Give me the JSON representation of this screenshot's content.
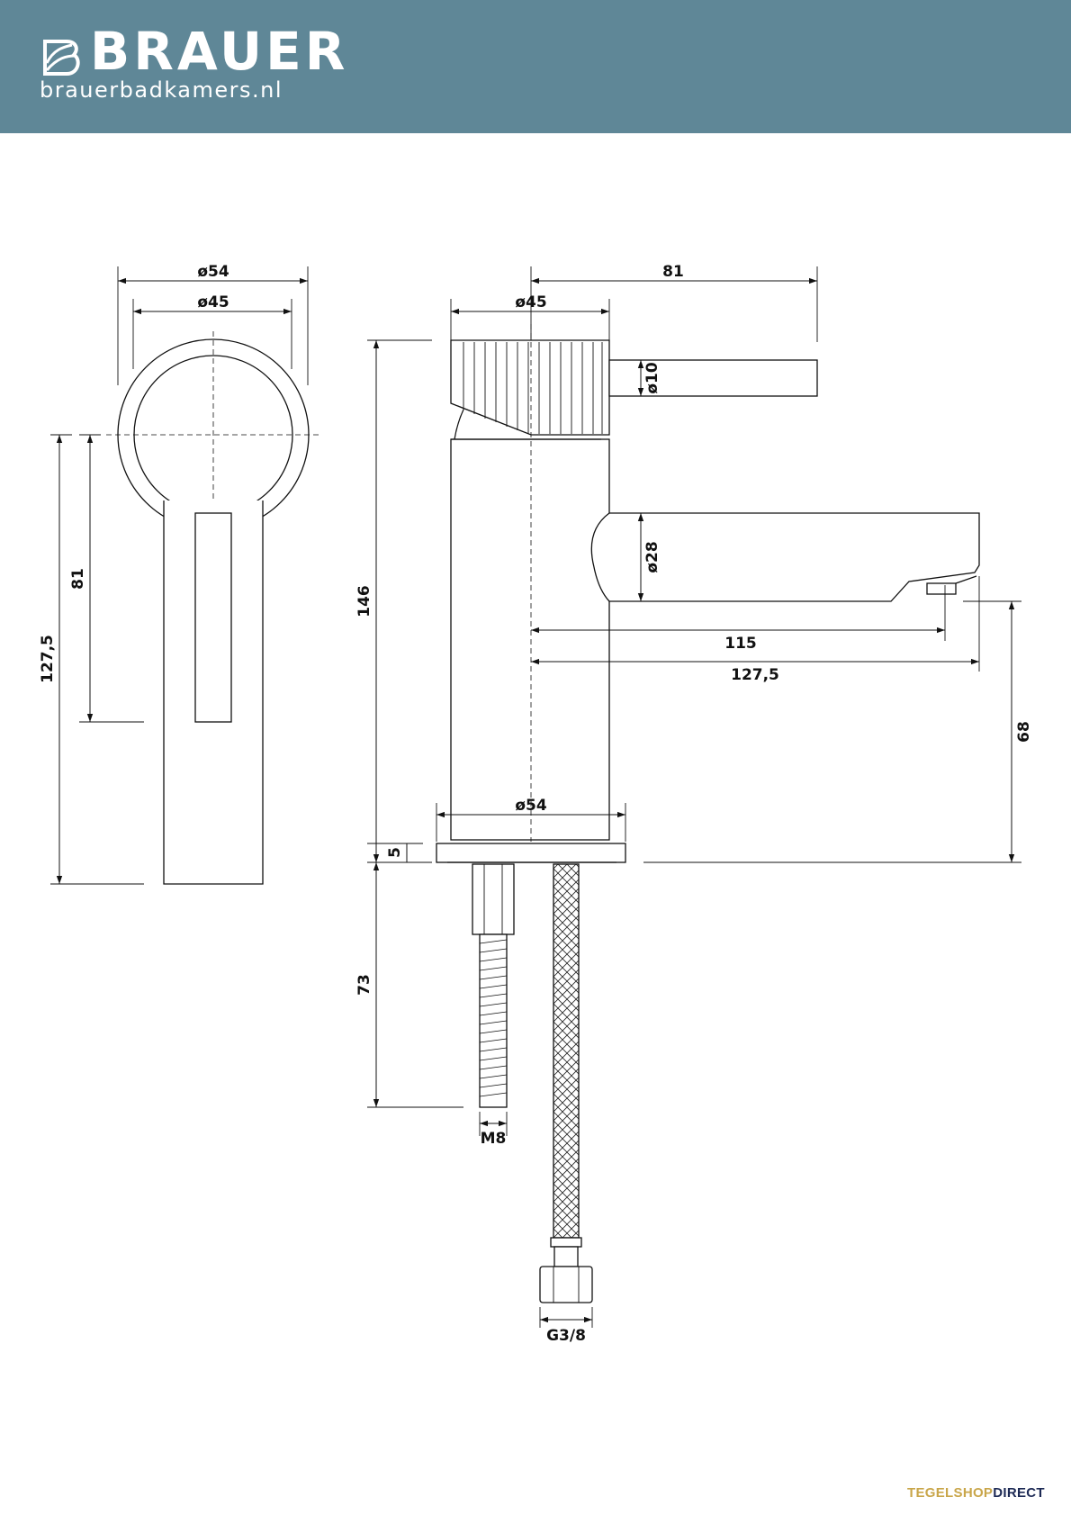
{
  "header": {
    "brand_name": "BRAUER",
    "brand_url": "brauerbadkamers.nl",
    "background_color": "#5f8797"
  },
  "dimensions": {
    "top_view": {
      "outer_diameter": "ø54",
      "inner_diameter": "ø45",
      "handle_length": "81",
      "total_length": "127,5"
    },
    "side_view": {
      "handle_reach": "81",
      "top_diameter": "ø45",
      "lever_diameter": "ø10",
      "spout_diameter": "ø28",
      "total_height": "146",
      "spout_reach_outlet": "115",
      "spout_reach_total": "127,5",
      "spout_height": "68",
      "base_diameter": "ø54",
      "base_thickness": "5",
      "rod_length": "73",
      "thread": "M8",
      "connection": "G3/8"
    }
  },
  "footer": {
    "brand_part1": "TEGEL",
    "brand_part2": "SHOP",
    "brand_part3": "DIRECT",
    "colors": {
      "gold": "#c9a64a",
      "navy": "#1d2a55"
    }
  }
}
